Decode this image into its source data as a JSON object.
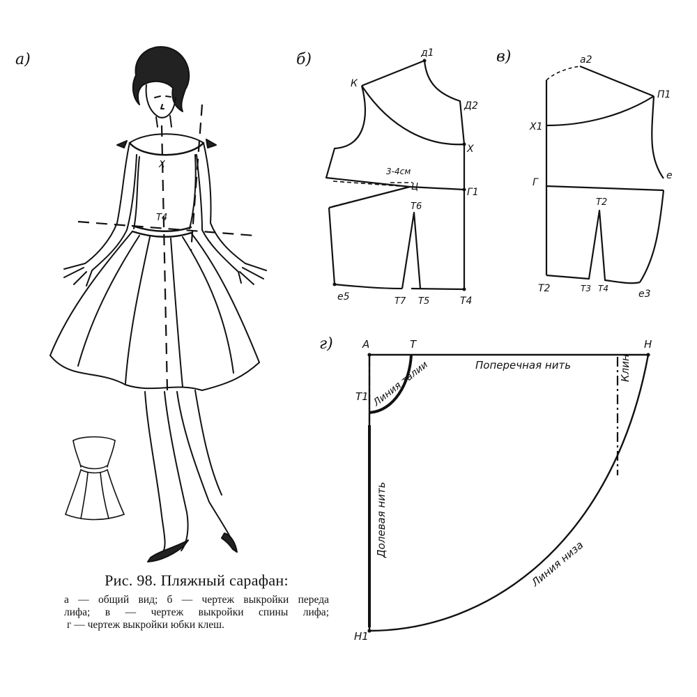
{
  "panels": {
    "a": "а)",
    "b": "б)",
    "v": "в)",
    "g": "г)"
  },
  "figure": {
    "label_x": "X",
    "label_t4": "Т4"
  },
  "front": {
    "d1": "д1",
    "k": "К",
    "d2": "Д2",
    "x": "Х",
    "g1": "Г1",
    "c": "Ц",
    "dart": "3-4см",
    "t6": "Т6",
    "e5": "е5",
    "t7": "Т7",
    "t5": "Т5",
    "t4": "Т4"
  },
  "back": {
    "a2": "а2",
    "p": "П1",
    "x1": "Х1",
    "g": "Г",
    "e": "е",
    "t2top": "Т2",
    "t2": "Т2",
    "t3": "Т3",
    "t4": "Т4",
    "e3": "е3"
  },
  "skirt": {
    "a": "А",
    "t": "Т",
    "n": "Н",
    "t1": "Т1",
    "n1": "Н1",
    "cross": "Поперечная нить",
    "waist": "Линия талии",
    "klin": "Клин",
    "lengthwise": "Долевая нить",
    "hem": "Линия низа"
  },
  "caption": {
    "title": "Рис. 98. Пляжный сарафан:",
    "line1": "а — общий вид; б — чертеж выкройки переда",
    "line2": "лифа; в — чертеж выкройки спины лифа;",
    "line3": "г — чертеж выкройки юбки клеш."
  }
}
